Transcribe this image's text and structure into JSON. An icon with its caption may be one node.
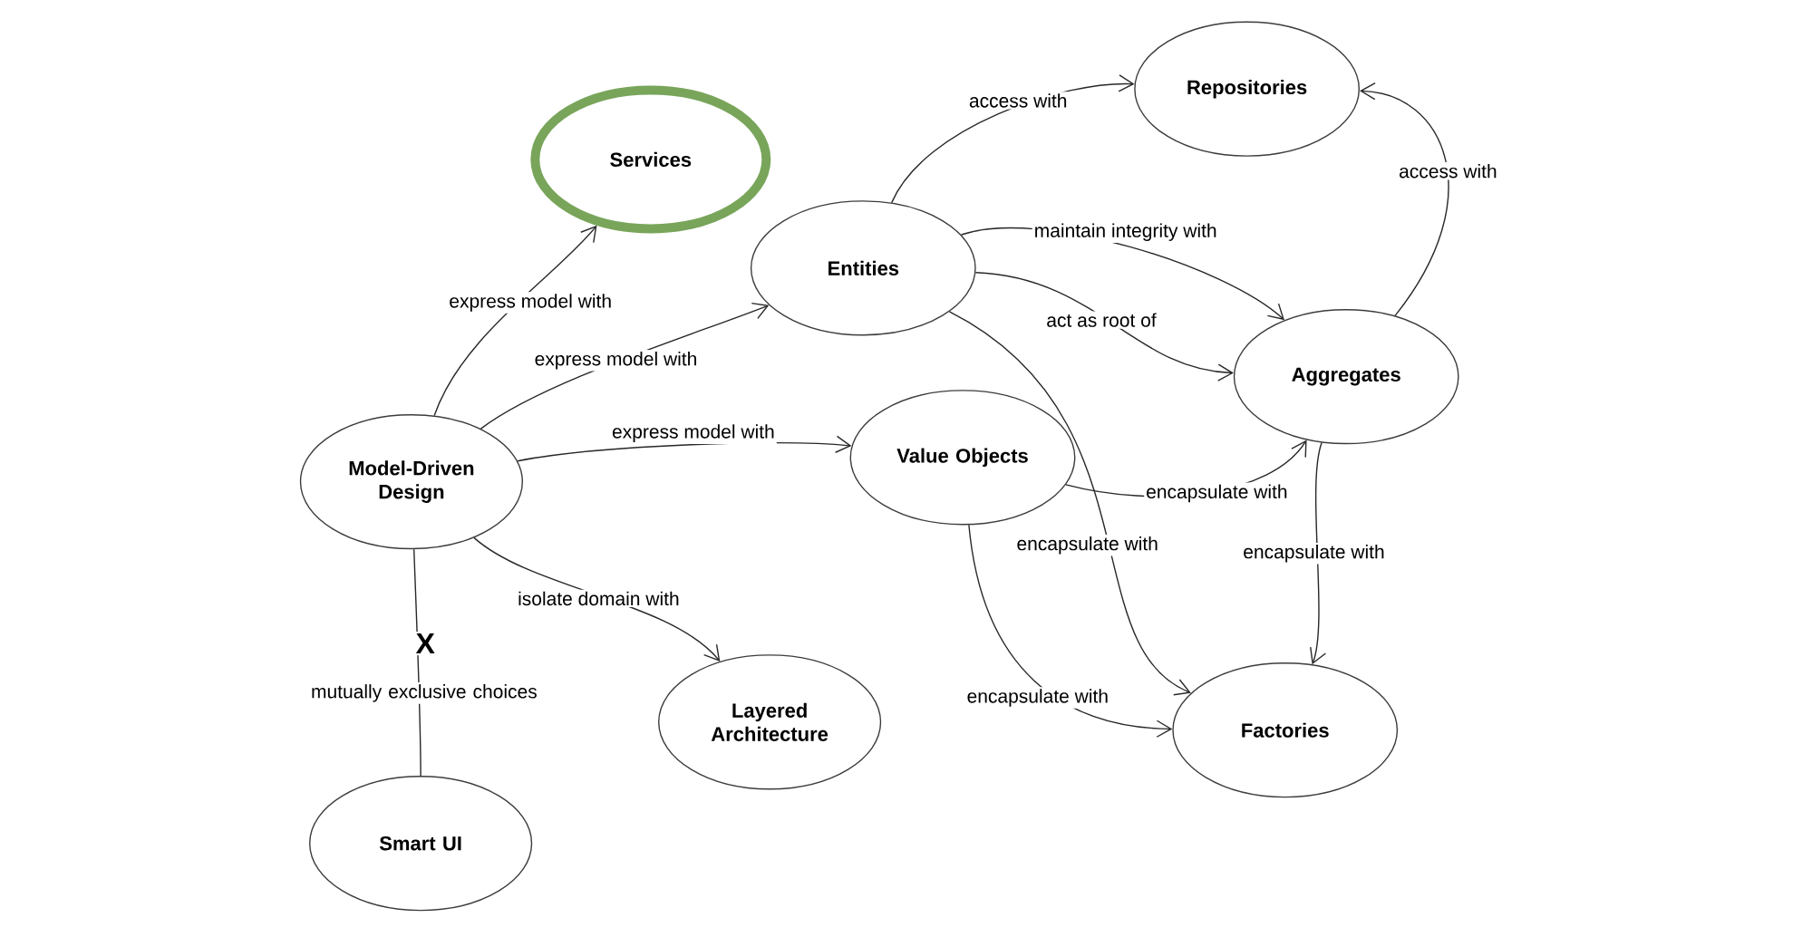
{
  "diagram": {
    "nodes": [
      {
        "text": [
          "Services"
        ]
      },
      {
        "text": [
          "Repositories"
        ]
      },
      {
        "text": [
          "Entities"
        ]
      },
      {
        "text": [
          "Aggregates"
        ]
      },
      {
        "text": [
          "Model-Driven Design"
        ]
      },
      {
        "text": [
          "Value Objects"
        ]
      },
      {
        "text": [
          "Layered Architecture"
        ]
      },
      {
        "text": [
          "Factories"
        ]
      },
      {
        "text": [
          "Smart UI"
        ]
      }
    ],
    "edges": [
      {
        "from": 4,
        "to": 0,
        "arrow": "to",
        "label": "express model with"
      },
      {
        "from": 4,
        "to": 2,
        "arrow": "to",
        "label": "express model with"
      },
      {
        "from": 4,
        "to": 5,
        "arrow": "to",
        "label": "express model with"
      },
      {
        "from": 4,
        "to": 6,
        "arrow": "to",
        "label": "isolate domain with"
      },
      {
        "from": 4,
        "to": 8,
        "arrow": "none",
        "label": "mutually exclusive choices"
      },
      {
        "from": 2,
        "to": 1,
        "arrow": "to",
        "label": "access with"
      },
      {
        "from": 2,
        "to": 3,
        "arrow": "to",
        "label": "maintain integrity with"
      },
      {
        "from": 2,
        "to": 3,
        "arrow": "to",
        "label": "act as root of"
      },
      {
        "from": 2,
        "to": 7,
        "arrow": "to",
        "label": "encapsulate with"
      },
      {
        "from": 5,
        "to": 3,
        "arrow": "to",
        "label": "encapsulate with"
      },
      {
        "from": 5,
        "to": 7,
        "arrow": "to",
        "label": "encapsulate with"
      },
      {
        "from": 3,
        "to": 7,
        "arrow": "to",
        "label": "encapsulate with"
      },
      {
        "from": 3,
        "to": 1,
        "arrow": "to",
        "label": "access with"
      }
    ],
    "labels": [
      "X"
    ]
  }
}
